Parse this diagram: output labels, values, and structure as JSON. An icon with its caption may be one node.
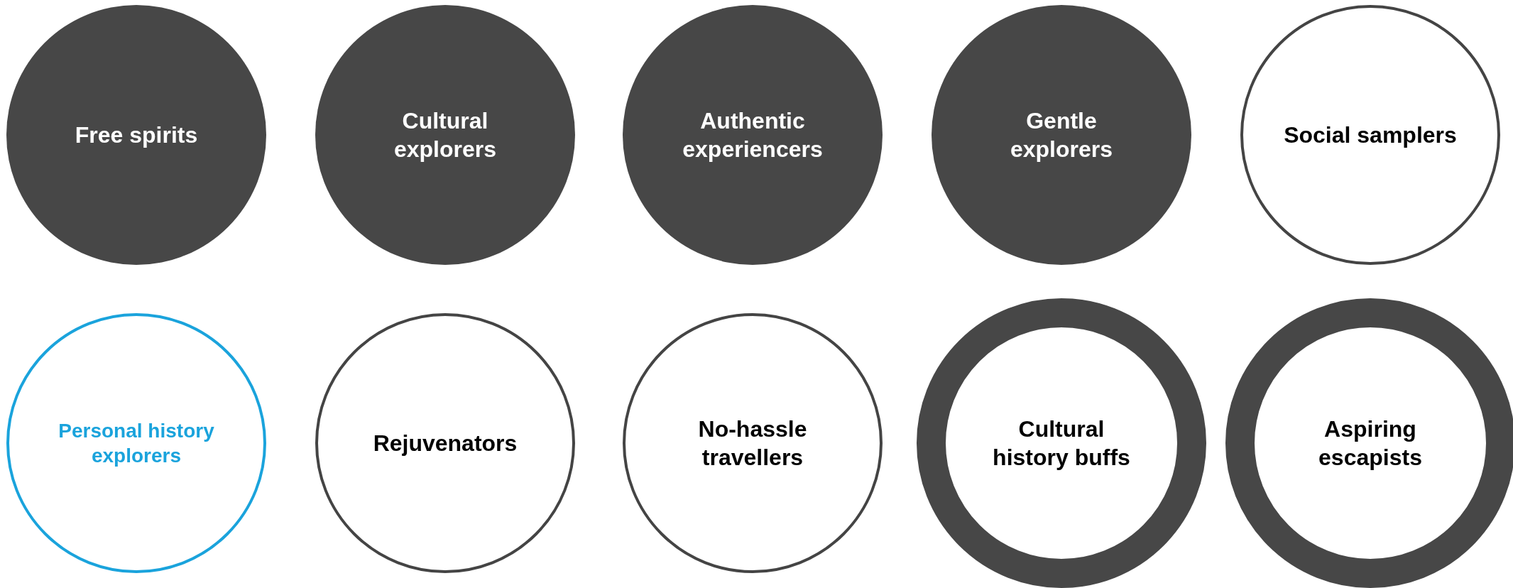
{
  "diagram": {
    "nodes": [
      {
        "text": [
          "Free spirits"
        ]
      },
      {
        "text": [
          "Cultural explorers"
        ]
      },
      {
        "text": [
          "Authentic experiencers"
        ]
      },
      {
        "text": [
          "Gentle explorers"
        ]
      },
      {
        "text": [
          "Social samplers"
        ]
      },
      {
        "text": [
          "Personal history explorers"
        ]
      },
      {
        "text": [
          "Rejuvenators"
        ]
      },
      {
        "text": [
          "No-hassle travellers"
        ]
      },
      {
        "text": [
          "Cultural history buffs"
        ]
      },
      {
        "text": [
          "Aspiring escapists"
        ]
      }
    ]
  }
}
